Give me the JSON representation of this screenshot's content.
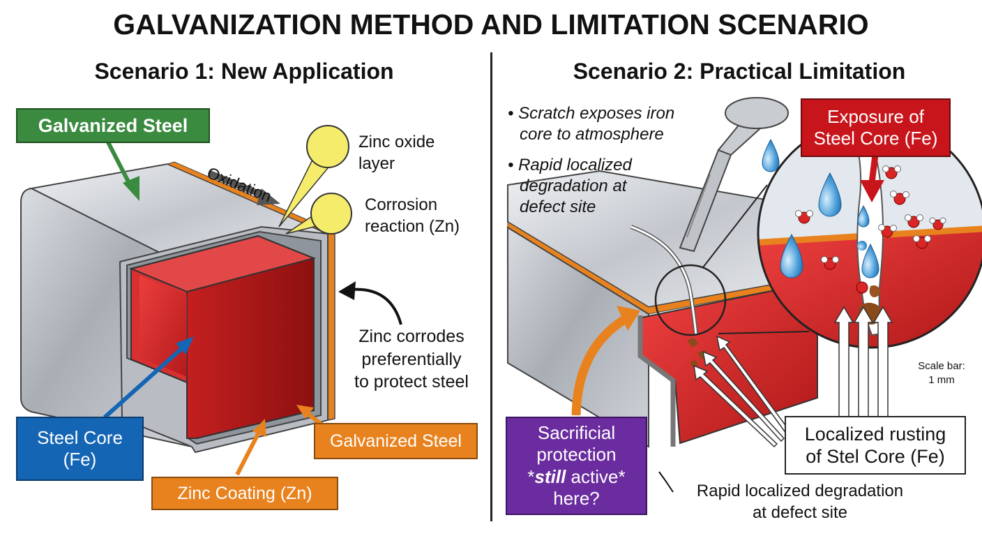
{
  "title": "GALVANIZATION METHOD AND LIMITATION SCENARIO",
  "colors": {
    "green": "#3a8a3f",
    "blue": "#1565b5",
    "orange": "#e8821e",
    "red": "#c8151b",
    "purple": "#6a2c9e",
    "steel": "#c9ccd1",
    "core_red": "#d42a2a",
    "zinc_yellow": "#f6ec6b"
  },
  "scenario1": {
    "heading": "Scenario 1: New Application",
    "galvanized_steel_top": "Galvanized Steel",
    "oxidation": "Oxidation",
    "zinc_oxide_line1": "Zinc oxide",
    "zinc_oxide_line2": "layer",
    "corrosion_line1": "Corrosion",
    "corrosion_line2": "reaction (Zn)",
    "zinc_corrodes_line1": "Zinc corrodes",
    "zinc_corrodes_line2": "preferentially",
    "zinc_corrodes_line3": "to protect steel",
    "steel_core_line1": "Steel Core",
    "steel_core_line2": "(Fe)",
    "zinc_coating": "Zinc Coating (Zn)",
    "galvanized_steel_bottom": "Galvanized Steel"
  },
  "scenario2": {
    "heading": "Scenario 2: Practical Limitation",
    "bullet1_line1": "Scratch exposes iron",
    "bullet1_line2": "core to atmosphere",
    "bullet2_line1": "Rapid localized",
    "bullet2_line2": "degradation at",
    "bullet2_line3": "defect site",
    "exposure_line1": "Exposure of",
    "exposure_line2": "Steel Core (Fe)",
    "scale_bar_line1": "Scale bar:",
    "scale_bar_line2": "1 mm",
    "localized_line1": "Localized rusting",
    "localized_line2": "of Stel Core (Fe)",
    "sacrificial_line1": "Sacrificial",
    "sacrificial_line2": "protection",
    "sacrificial_pre": "*",
    "sacrificial_still": "still",
    "sacrificial_post": " active*",
    "sacrificial_line4": "here?",
    "rapid_bottom_line1": "Rapid localized degradation",
    "rapid_bottom_line2": "at defect site"
  }
}
